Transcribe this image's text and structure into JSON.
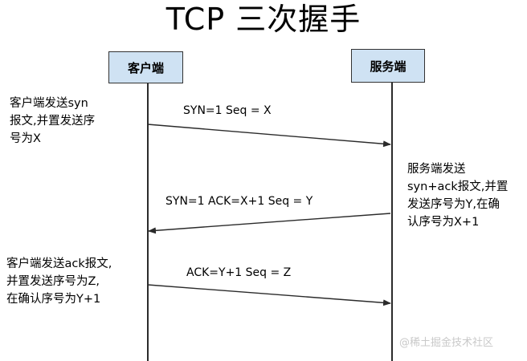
{
  "diagram": {
    "title": "TCP 三次握手",
    "type": "sequence-diagram",
    "background_color": "#ffffff",
    "actor_fill_color": "#cfe2f3",
    "actor_border_color": "#333333",
    "line_color": "#2b2b2b",
    "text_color": "#000000"
  },
  "actors": [
    {
      "id": "client",
      "label": "客户端",
      "side": "left"
    },
    {
      "id": "server",
      "label": "服务端",
      "side": "right"
    }
  ],
  "messages": [
    {
      "index": 1,
      "label": "SYN=1  Seq = X",
      "from": "client",
      "to": "server",
      "direction": "left-to-right"
    },
    {
      "index": 2,
      "label": "SYN=1  ACK=X+1 Seq = Y",
      "from": "server",
      "to": "client",
      "direction": "right-to-left"
    },
    {
      "index": 3,
      "label": "ACK=Y+1 Seq = Z",
      "from": "client",
      "to": "server",
      "direction": "left-to-right"
    }
  ],
  "annotations": {
    "client_syn": {
      "lines": [
        "客户端发送syn",
        "报文,并置发送序",
        "号为X"
      ]
    },
    "server_synack": {
      "lines": [
        "服务端发送",
        "syn+ack报文,并置",
        "发送序号为Y,在确",
        "认序号为X+1"
      ]
    },
    "client_ack": {
      "lines": [
        "客户端发送ack报文,",
        "并置发送序号为Z,",
        "在确认序号为Y+1"
      ]
    }
  },
  "watermark": {
    "text": "@稀土掘金技术社区"
  }
}
